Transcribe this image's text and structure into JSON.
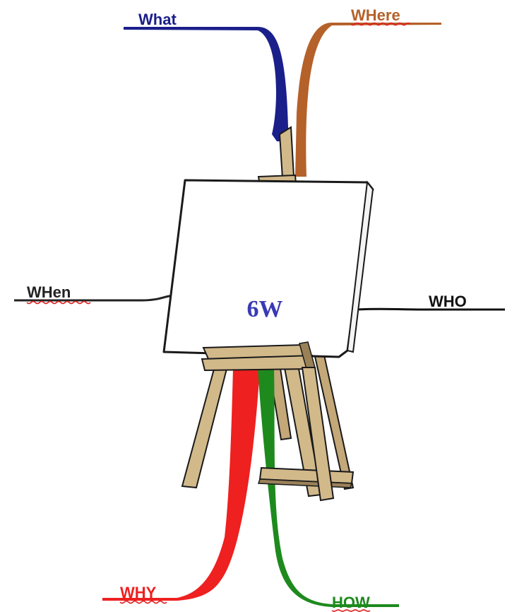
{
  "center": {
    "label": "6W",
    "color": "#3a3ab5"
  },
  "branches": {
    "what": {
      "label": "What",
      "color": "#1a1f8a"
    },
    "where": {
      "label": "WHere",
      "color": "#b5612a"
    },
    "when": {
      "label": "WHen",
      "color": "#222222"
    },
    "who": {
      "label": "WHO",
      "color": "#111111"
    },
    "why": {
      "label": "WHY",
      "color": "#ee2020"
    },
    "how": {
      "label": "HOW",
      "color": "#1e8a1e"
    }
  },
  "wood": {
    "light": "#d2b98a",
    "dark": "#9a8158",
    "outline": "#1a1a1a"
  }
}
